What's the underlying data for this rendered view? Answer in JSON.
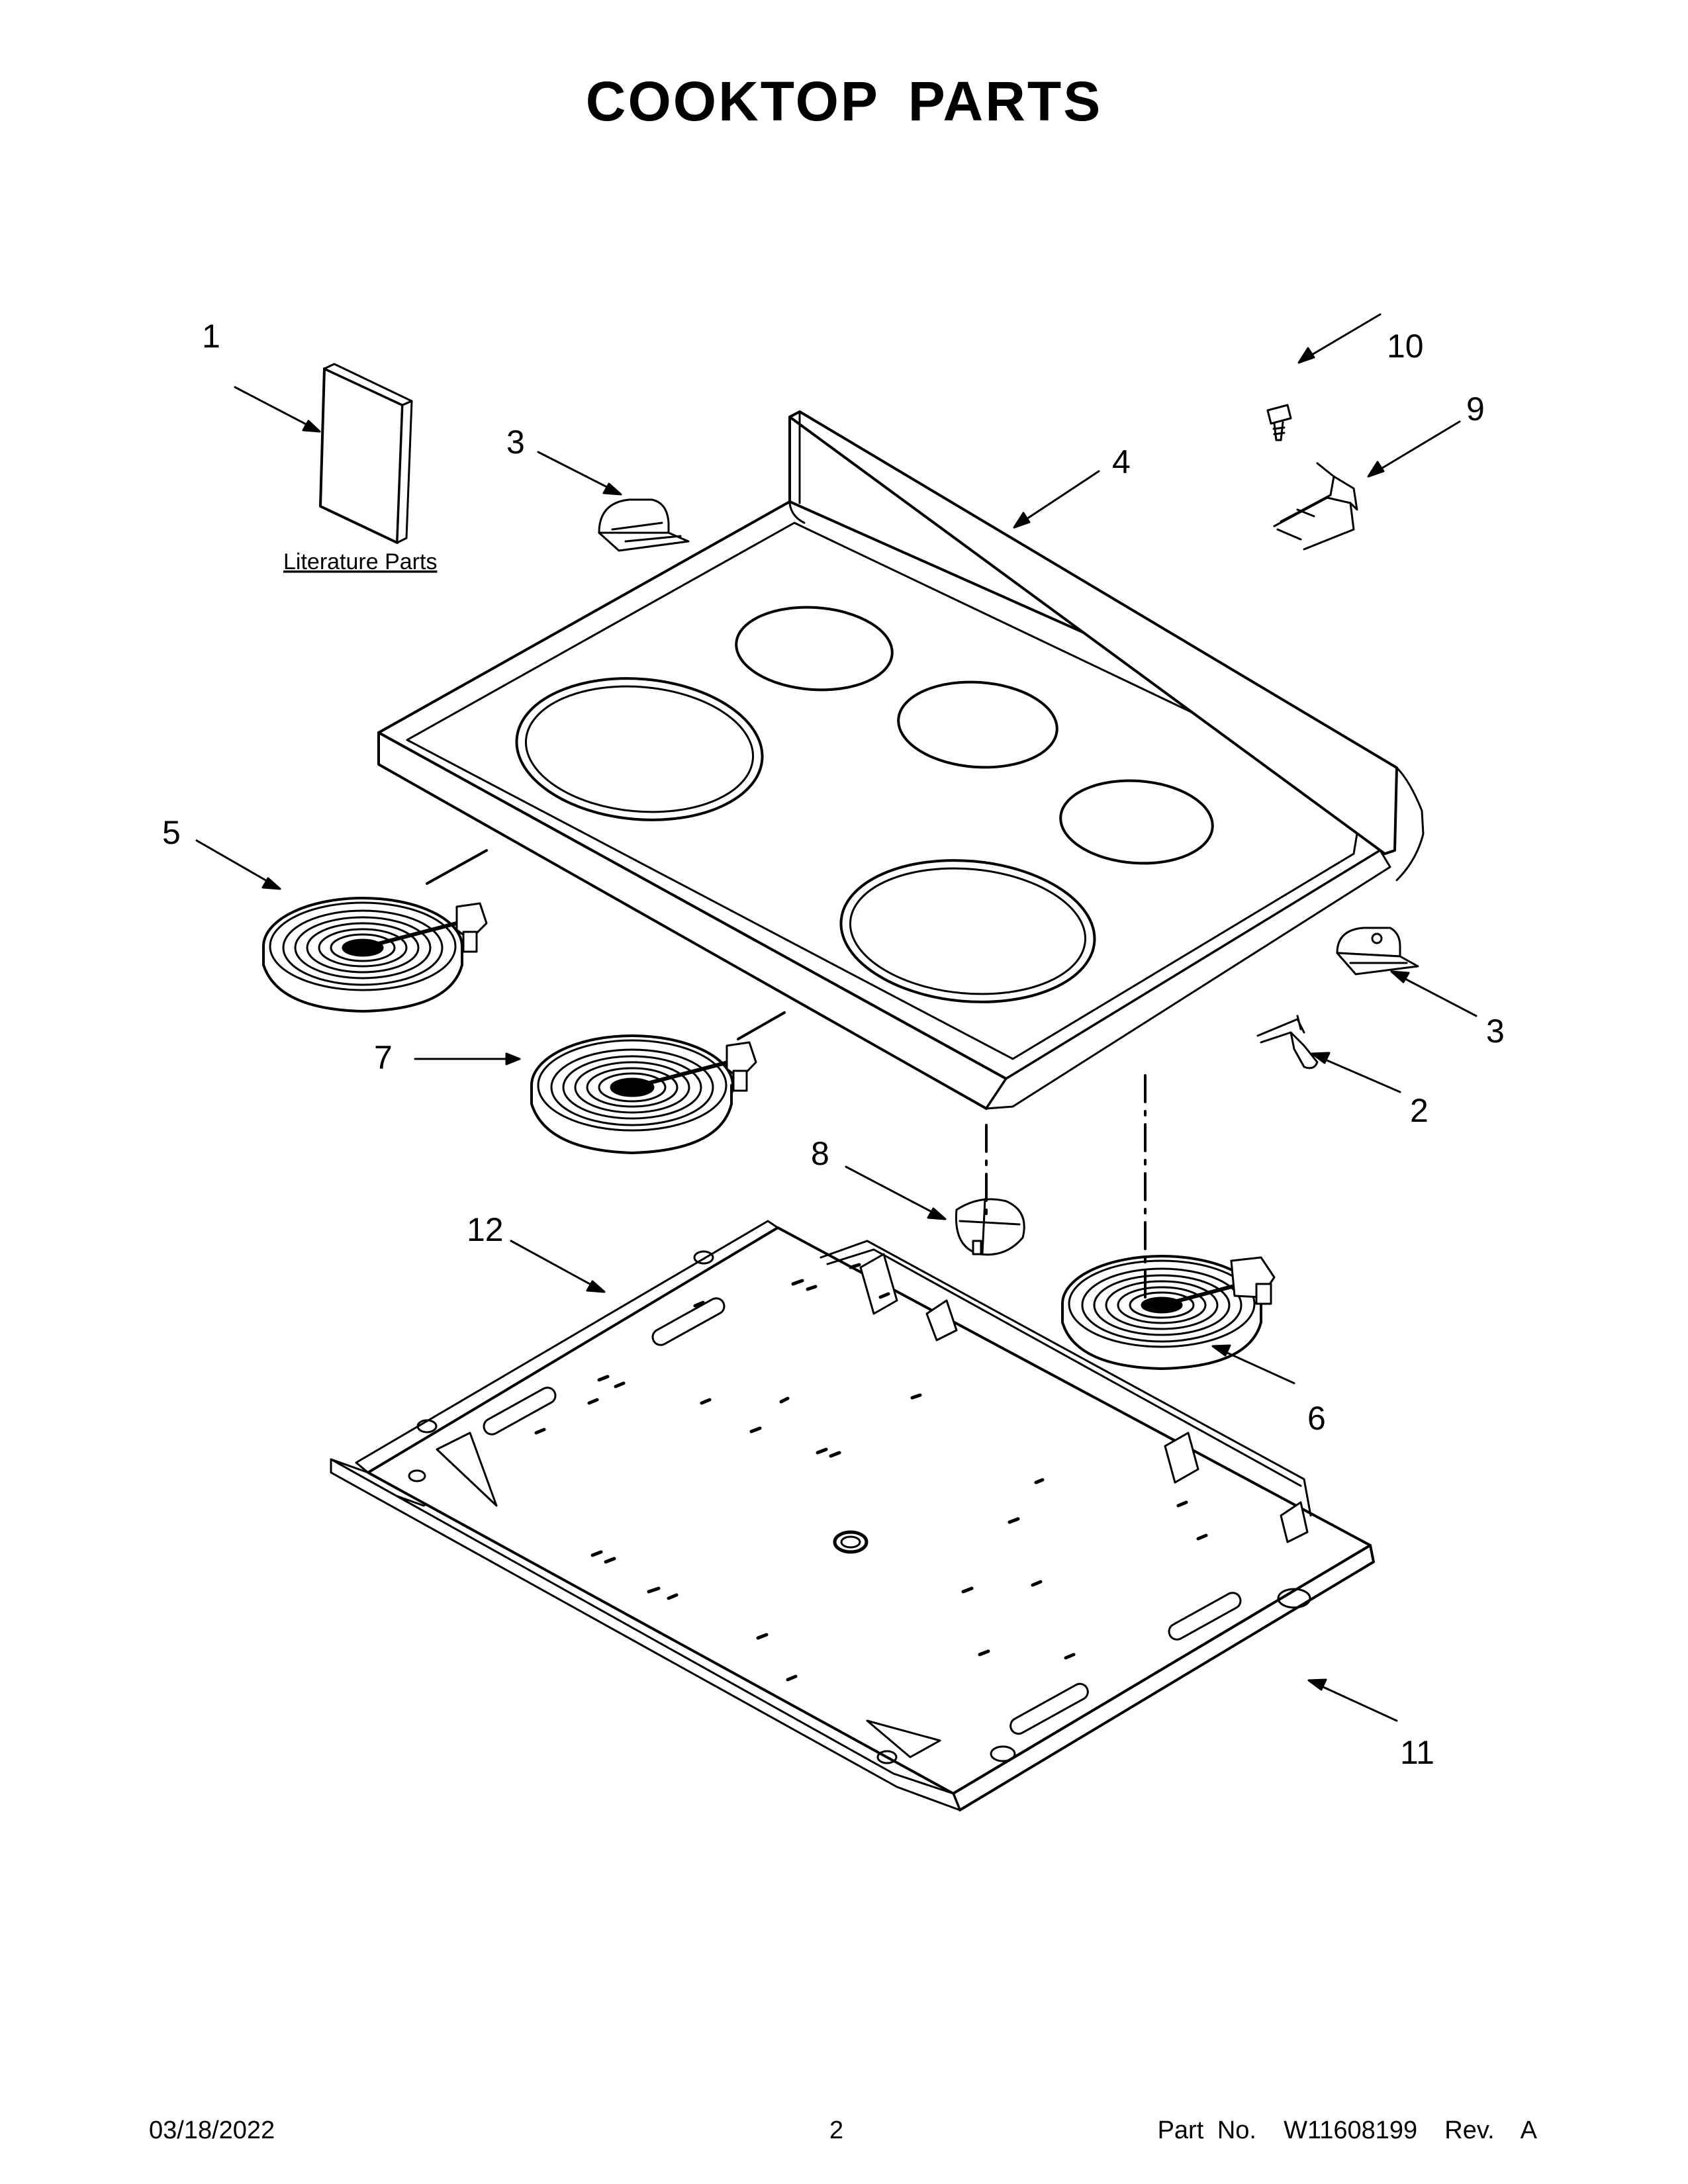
{
  "header": {
    "title": "COOKTOP PARTS"
  },
  "callouts": [
    "1",
    "2",
    "3",
    "3",
    "4",
    "5",
    "6",
    "7",
    "8",
    "9",
    "10",
    "11",
    "12"
  ],
  "literature_label": "Literature Parts",
  "footer": {
    "date": "03/18/2022",
    "page": "2",
    "part": "Part No.  W11608199  Rev.  A"
  }
}
